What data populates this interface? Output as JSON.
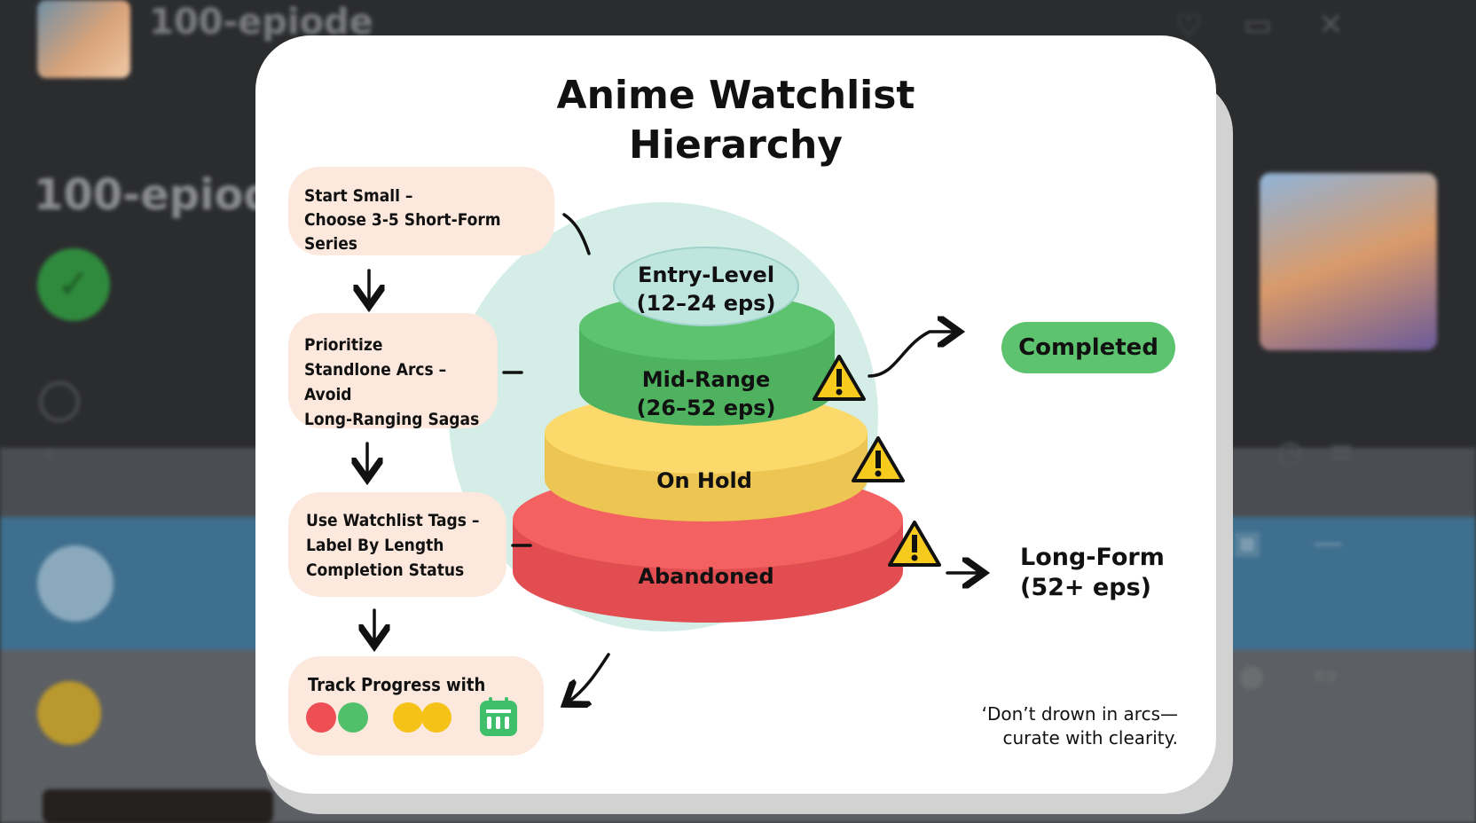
{
  "background": {
    "title": "100-epiode",
    "heading": "100-epiode"
  },
  "card": {
    "title_line1": "Anime Watchlist",
    "title_line2": "Hierarchy",
    "steps": [
      {
        "lines": [
          "Start Small –",
          "Choose 3-5 Short-Form Series"
        ]
      },
      {
        "lines": [
          "Prioritize",
          "Standlone Arcs – Avoid",
          "Long-Ranging Sagas"
        ]
      },
      {
        "lines": [
          "Use Watchlist Tags –",
          "Label By Length",
          "Completion Status"
        ]
      },
      {
        "lines": [
          "Track Progress with"
        ]
      }
    ],
    "progress_dot_colors": [
      "#ee4f55",
      "#52c06a",
      "#f5c218",
      "#f5c218"
    ],
    "tiers": [
      {
        "label": "Entry-Level",
        "sub": "(12–24 eps)",
        "color": "#bfe5df",
        "warning": false
      },
      {
        "label": "Mid-Range",
        "sub": "(26–52 eps)",
        "color": "#5ec36f",
        "warning": true
      },
      {
        "label": "On Hold",
        "sub": "",
        "color": "#fbd96a",
        "warning": true
      },
      {
        "label": "Abandoned",
        "sub": "",
        "color": "#f36161",
        "warning": true
      }
    ],
    "statuses": {
      "completed": "Completed",
      "longform_line1": "Long-Form",
      "longform_line2": "(52+ eps)"
    },
    "quote_line1": "‘Don’t drown in arcs—",
    "quote_line2": "curate with clearity.",
    "icons": [
      "warning-icon",
      "calendar-icon",
      "arrow-down-icon"
    ]
  }
}
